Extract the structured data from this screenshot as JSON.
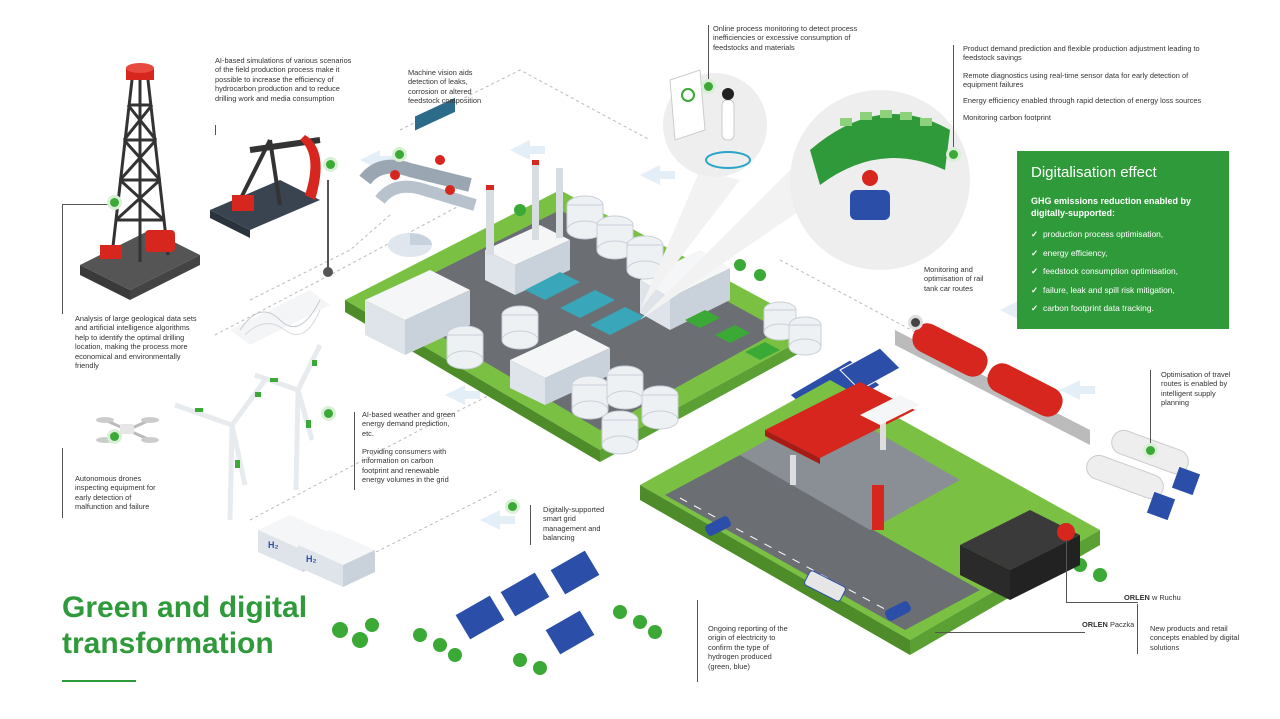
{
  "title": {
    "line1": "Green and digital",
    "line2": "transformation"
  },
  "annotations": {
    "simulations": "AI-based simulations of various scenarios of the field production process make it possible to increase the efficiency of hydrocarbon production and to reduce drilling work and media consumption",
    "machine_vision": "Machine vision aids detection of leaks, corrosion or altered feedstock composition",
    "online_monitoring": "Online process monitoring to detect process inefficiencies or excessive consumption of feedstocks and materials",
    "demand_prediction": "Product demand prediction and flexible production adjustment leading to feedstock savings",
    "remote_diagnostics": "Remote diagnostics using real-time sensor data for early detection of equipment failures",
    "energy_efficiency": "Energy efficiency enabled through rapid detection of energy loss sources",
    "carbon_footprint": "Monitoring carbon footprint",
    "geological": "Analysis of large geological data sets and artificial intelligence algorithms help to identify the optimal drilling location, making the process more economical and environmentally friendly",
    "weather": "AI-based weather and green energy demand prediction, etc.",
    "consumer_info": "Providing consumers with information on carbon footprint and renewable energy volumes in the grid",
    "drones": "Autonomous drones inspecting equipment for early detection of malfunction and failure",
    "smart_grid": "Digitally-supported smart grid management and balancing",
    "rail": "Monitoring and optimisation of rail tank car routes",
    "travel": "Optimisation of travel routes is enabled by intelligent supply planning",
    "electricity_origin": "Ongoing reporting of the origin of electricity to confirm the type of hydrogen produced (green, blue)",
    "retail": "New products and retail concepts enabled by digital solutions"
  },
  "brands": {
    "ruchu": {
      "name": "ORLEN",
      "suffix": "w Ruchu"
    },
    "paczka": {
      "name": "ORLEN",
      "suffix": "Paczka"
    }
  },
  "effect": {
    "heading": "Digitalisation effect",
    "subheading": "GHG emissions reduction enabled by digitally-supported:",
    "check": "✓",
    "items": [
      "production process optimisation,",
      "energy efficiency,",
      "feedstock consumption optimisation,",
      "failure, leak and spill risk mitigation,",
      "carbon footprint data tracking."
    ]
  },
  "labels": {
    "h2": "H₂"
  },
  "colors": {
    "green": "#2f9a3a",
    "accent_green": "#3aa935",
    "red": "#d7261e",
    "blue": "#2b4fa8"
  }
}
